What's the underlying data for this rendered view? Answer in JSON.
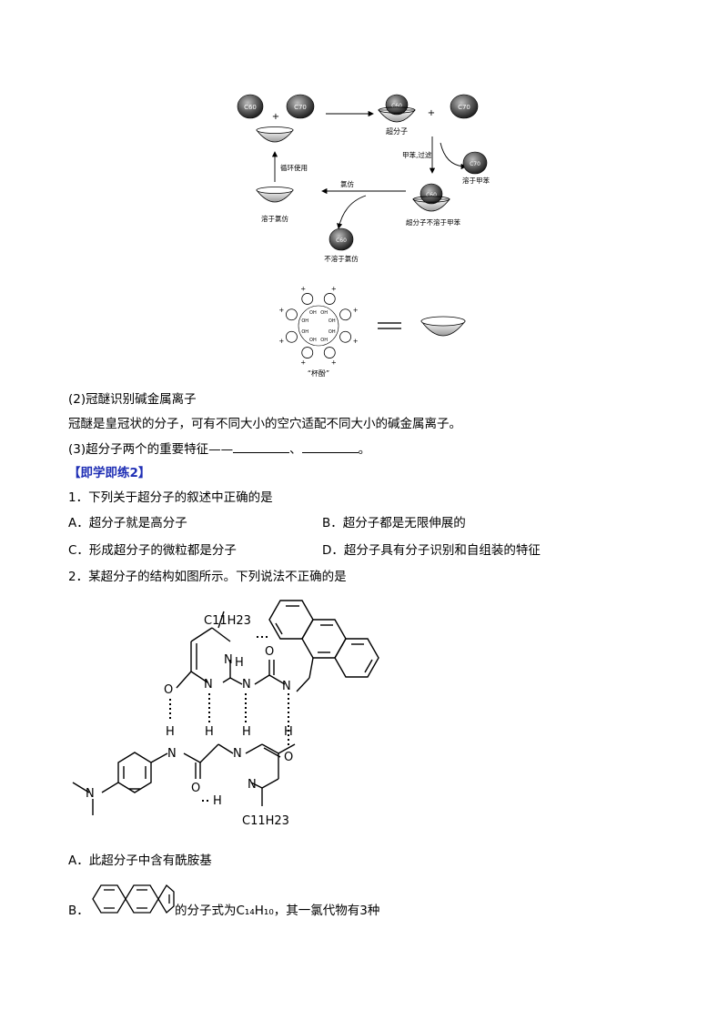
{
  "figure1": {
    "sphere_c60": "C60",
    "sphere_c70": "C70",
    "plus": "+",
    "label_supramolecule": "超分子",
    "label_toluene_filter": "甲苯,过滤",
    "label_dissolve_toluene": "溶于甲苯",
    "label_insoluble_toluene": "超分子不溶于甲苯",
    "label_chloroform": "氯仿",
    "label_dissolve_chloroform": "溶于氯仿",
    "label_insoluble_chloroform": "不溶于氯仿",
    "label_recycle": "循环使用"
  },
  "figure2": {
    "caption": "“杯酚”",
    "ring_label": "OH"
  },
  "text": {
    "crown_heading": "(2)冠醚识别碱金属离子",
    "crown_body": "冠醚是皇冠状的分子，可有不同大小的空穴适配不同大小的碱金属离子。",
    "q3_prefix": "(3)超分子两个的重要特征——",
    "q3_sep": "、",
    "q3_end": "。",
    "practice_heading": "【即学即练2】",
    "q1_stem": "1．下列关于超分子的叙述中正确的是",
    "q1_options": [
      "A．超分子就是高分子",
      "B．超分子都是无限伸展的",
      "C．形成超分子的微粒都是分子",
      "D．超分子具有分子识别和自组装的特征"
    ],
    "q2_stem": "2．某超分子的结构如图所示。下列说法不正确的是",
    "q2_optA": "A．此超分子中含有酰胺基",
    "q2_optB_prefix": "B．",
    "q2_optB_text": "的分子式为C₁₄H₁₀，其一氯代物有3种"
  },
  "structure": {
    "top_chain": "C11H23",
    "bottom_chain": "C11H23",
    "O": "O",
    "N": "N",
    "H": "H"
  }
}
